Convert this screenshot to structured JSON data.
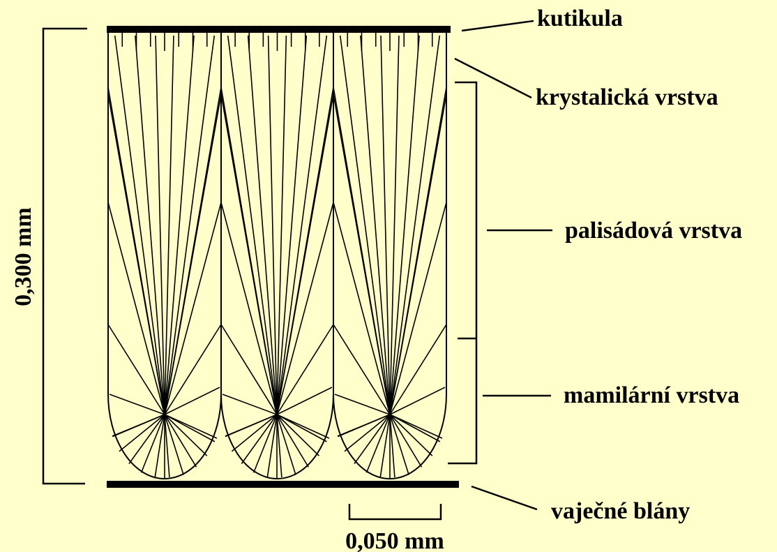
{
  "labels": {
    "cuticle": "kutikula",
    "crystal_layer": "krystalická vrstva",
    "palisade_layer": "palisádová vrstva",
    "mammillary_layer": "mamilární vrstva",
    "membranes": "vaječné blány",
    "thickness_scale": "0,300 mm",
    "width_scale": "0,050 mm"
  },
  "colors": {
    "background": "#ffffcc",
    "ink": "#000000"
  }
}
